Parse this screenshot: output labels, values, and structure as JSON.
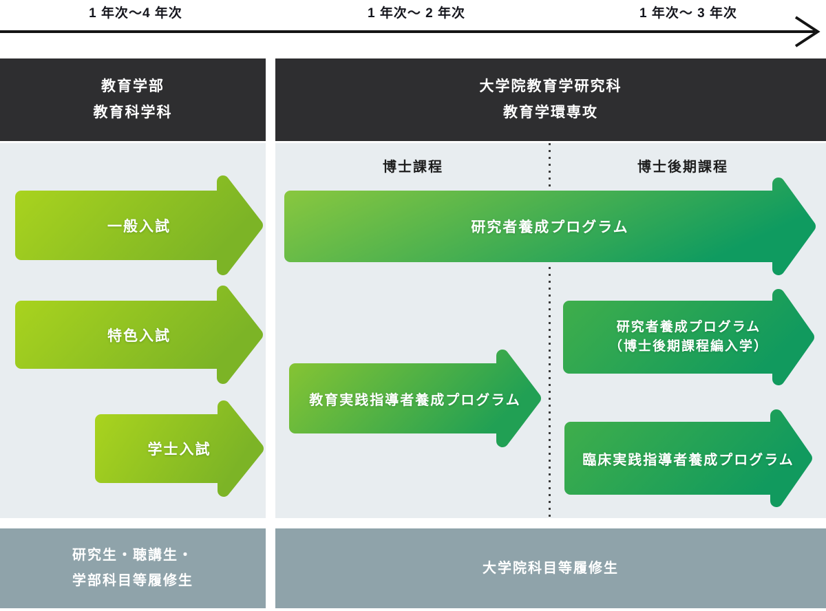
{
  "timeline": {
    "labels": [
      "1 年次〜4 年次",
      "1 年次〜 2 年次",
      "1 年次〜 3 年次"
    ]
  },
  "left_column": {
    "header": {
      "line1": "教育学部",
      "line2": "教育科学科"
    },
    "arrows": [
      {
        "label": "一般入試"
      },
      {
        "label": "特色入試"
      },
      {
        "label": "学士入試"
      }
    ],
    "footer": {
      "line1": "研究生・聴講生・",
      "line2": "学部科目等履修生"
    }
  },
  "right_column": {
    "header": {
      "line1": "大学院教育学研究科",
      "line2": "教育学環専攻"
    },
    "subheaders": [
      "博士課程",
      "博士後期課程"
    ],
    "arrows": [
      {
        "label": "研究者養成プログラム"
      },
      {
        "label": "教育実践指導者養成プログラム"
      },
      {
        "label1": "研究者養成プログラム",
        "label2": "（博士後期課程編入学）"
      },
      {
        "label": "臨床実践指導者養成プログラム"
      }
    ],
    "footer": {
      "line1": "大学院科目等履修生"
    }
  },
  "colors": {
    "header-bg": "#2e2e30",
    "panel-bg": "#e8edf0",
    "footer-bg": "#8fa3aa",
    "timeline-ink": "#15161d",
    "subheader-ink": "#1d1d1d",
    "undergrad-from": "#a9d31e",
    "undergrad-to": "#7cb426",
    "research-from": "#8bc83e",
    "research-to": "#0f9b60",
    "practice-from": "#86c433",
    "practice-to": "#21a054",
    "doctoral-from": "#3fae4b",
    "doctoral-to": "#119a5e"
  }
}
